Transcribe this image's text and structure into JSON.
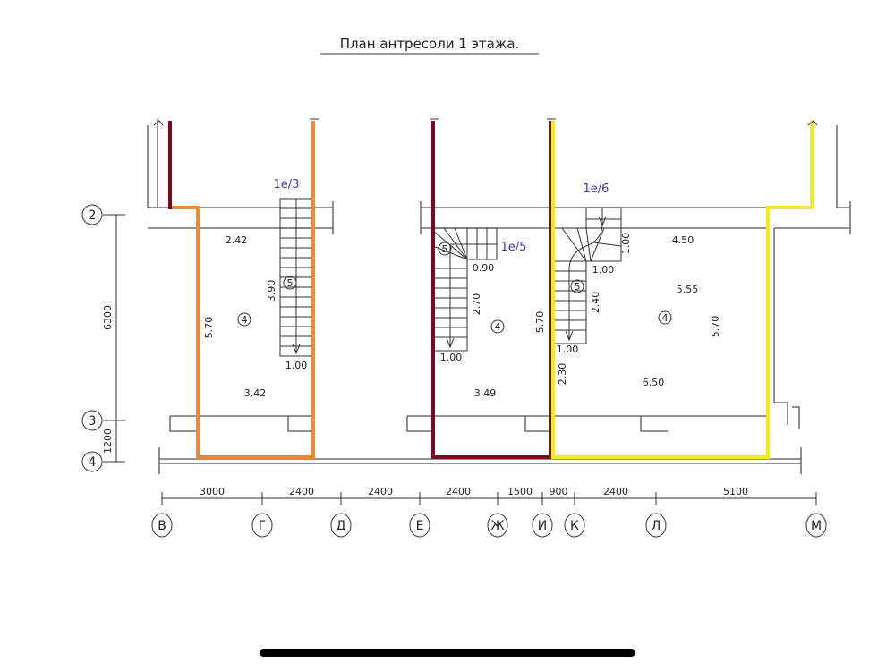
{
  "title": "План антресоли 1 этажа.",
  "colors": {
    "unit_3": "#f28a2e",
    "unit_5": "#7a0c1a",
    "unit_6": "#f5ea1a",
    "annotation": "#3b3bb0"
  },
  "units": [
    {
      "label": "1е/3",
      "width": "2.42",
      "length": "5.70",
      "bottom": "3.42",
      "room": "4",
      "stair": "5",
      "stair_len": "3.90",
      "stair_w": "1.00"
    },
    {
      "label": "1е/5",
      "landing": "0.90",
      "stair_len": "2.70",
      "stair_w": "1.00",
      "length": "5.70",
      "bottom": "3.49",
      "room": "4",
      "stair": "5"
    },
    {
      "label": "1е/6",
      "top": "4.50",
      "landing_w": "1.00",
      "landing_h": "1.00",
      "stair_len": "2.40",
      "stair_w": "1.00",
      "area_mid": "5.55",
      "side": "2.30",
      "length": "5.70",
      "bottom": "6.50",
      "room": "4",
      "stair": "5"
    }
  ],
  "row_axes": [
    {
      "label": "2"
    },
    {
      "label": "3"
    },
    {
      "label": "4"
    }
  ],
  "row_dims": [
    "6300",
    "1200"
  ],
  "col_axes": [
    "В",
    "Г",
    "Д",
    "Е",
    "Ж",
    "И",
    "К",
    "Л",
    "М"
  ],
  "col_dims": [
    "3000",
    "2400",
    "2400",
    "2400",
    "1500",
    "900",
    "2400",
    "5100"
  ]
}
